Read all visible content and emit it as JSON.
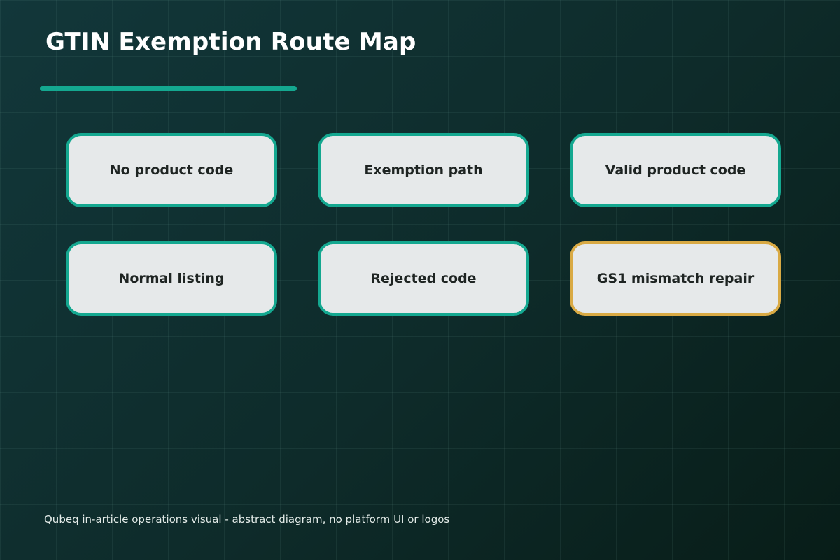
{
  "title": "GTIN Exemption Route Map",
  "colors": {
    "accent": "#14a890",
    "highlight": "#d9aa44",
    "node_fill": "#e6e9ea",
    "background": "#0e2b2a"
  },
  "nodes": [
    {
      "label": "No product code",
      "highlighted": false
    },
    {
      "label": "Exemption path",
      "highlighted": false
    },
    {
      "label": "Valid product code",
      "highlighted": false
    },
    {
      "label": "Normal listing",
      "highlighted": false
    },
    {
      "label": "Rejected code",
      "highlighted": false
    },
    {
      "label": "GS1 mismatch repair",
      "highlighted": true
    }
  ],
  "caption": "Qubeq in-article operations visual - abstract diagram, no platform UI or logos"
}
